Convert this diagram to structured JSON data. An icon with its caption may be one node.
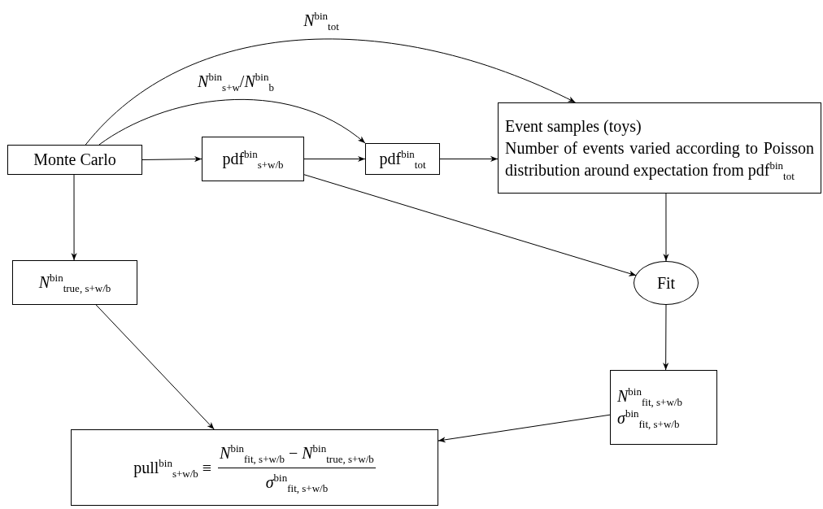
{
  "diagram": {
    "nodes": [
      {
        "text": [
          "Monte Carlo"
        ]
      },
      {
        "text": [
          "pdf$^{bin}$$_{s+w/b}$"
        ]
      },
      {
        "text": [
          "pdf$^{bin}$$_{tot}$"
        ]
      },
      {
        "text": [
          "Event samples (toys)",
          "Number of events varied according to Poisson distribution around expectation from pdf$^{bin}$$_{tot}$"
        ]
      },
      {
        "text": [
          "*N*$^{bin}$$_{true, s+w/b}$"
        ]
      },
      {
        "text": [
          "Fit"
        ]
      },
      {
        "text": [
          "*N*$^{bin}$$_{fit, s+w/b}$",
          "*σ*$^{bin}$$_{fit, s+w/b}$"
        ]
      },
      {
        "text": [
          "pull$^{bin}$$_{s+w/b}$ ≡",
          "*N*$^{bin}$$_{fit, s+w/b}$ − *N*$^{bin}$$_{true, s+w/b}$",
          "*σ*$^{bin}$$_{fit, s+w/b}$"
        ]
      }
    ],
    "edges": [
      {
        "from": 0,
        "to": 1,
        "arrow": "to"
      },
      {
        "from": 1,
        "to": 2,
        "arrow": "to"
      },
      {
        "from": 2,
        "to": 3,
        "arrow": "to"
      },
      {
        "from": 0,
        "to": 2,
        "arrow": "to",
        "label": "*N*$^{bin}$$_{s+w}$/*N*$^{bin}$$_{b}$"
      },
      {
        "from": 0,
        "to": 3,
        "arrow": "to",
        "label": "*N*$^{bin}$$_{tot}$"
      },
      {
        "from": 0,
        "to": 4,
        "arrow": "to"
      },
      {
        "from": 1,
        "to": 5,
        "arrow": "to"
      },
      {
        "from": 3,
        "to": 5,
        "arrow": "to"
      },
      {
        "from": 5,
        "to": 6,
        "arrow": "to"
      },
      {
        "from": 4,
        "to": 7,
        "arrow": "to"
      },
      {
        "from": 6,
        "to": 7,
        "arrow": "to"
      }
    ]
  }
}
